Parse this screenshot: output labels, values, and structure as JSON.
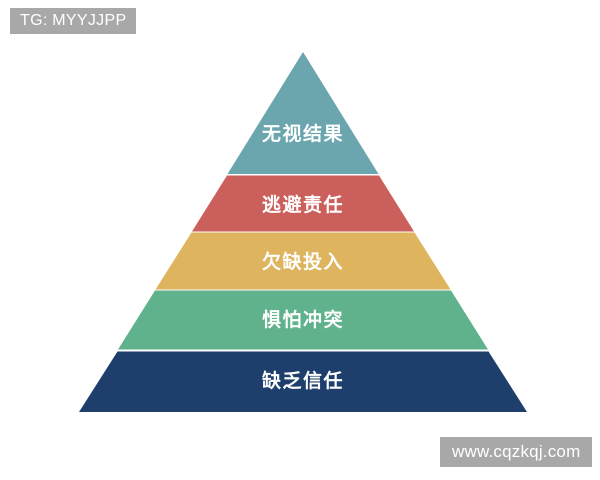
{
  "background_color": "#ffffff",
  "watermarks": {
    "top_left": "TG: MYYJJPP",
    "bottom_right": "www.cqzkqj.com",
    "box_color": "#a8a8a8",
    "text_color": "#ffffff"
  },
  "diagram": {
    "type": "pyramid",
    "orientation": "apex-up",
    "layer_count": 5,
    "label_text_color": "#ffffff",
    "layers": [
      {
        "index": 1,
        "position": "top",
        "label": "无视结果",
        "color": "#6ba5ae"
      },
      {
        "index": 2,
        "position": "second",
        "label": "逃避责任",
        "color": "#cb5f5b"
      },
      {
        "index": 3,
        "position": "middle",
        "label": "欠缺投入",
        "color": "#deb45f"
      },
      {
        "index": 4,
        "position": "fourth",
        "label": "惧怕冲突",
        "color": "#5fb28c"
      },
      {
        "index": 5,
        "position": "base",
        "label": "缺乏信任",
        "color": "#1e3f6b"
      }
    ]
  }
}
